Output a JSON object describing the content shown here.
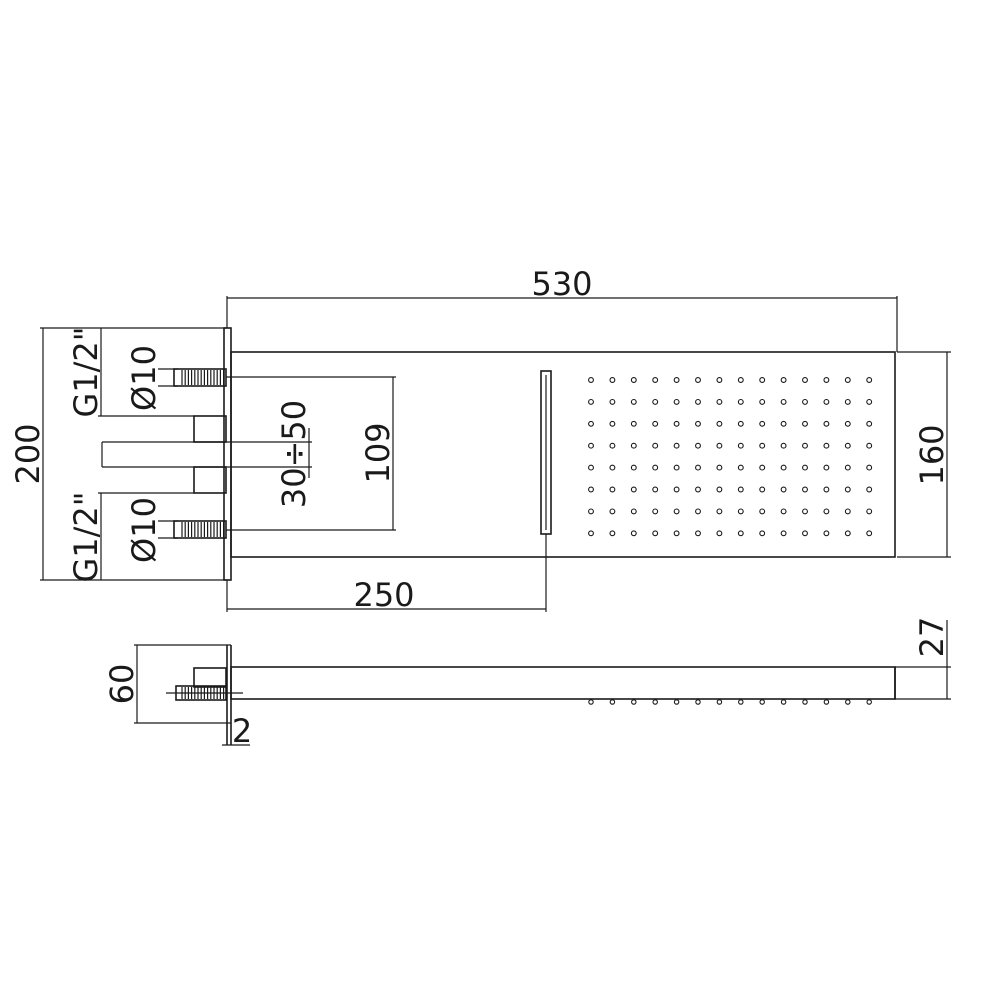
{
  "drawing": {
    "top_view": {
      "overall_width": "530",
      "plate_height": "160",
      "total_height": "200",
      "inlet_spacing": "109",
      "adjust_range": "30÷50",
      "waterfall_position": "250",
      "thread_top": "G1/2\"",
      "thread_bottom": "G1/2\"",
      "dia_top": "Ø10",
      "dia_bottom": "Ø10",
      "nozzle_rows": 8,
      "nozzle_cols": 14
    },
    "side_view": {
      "thickness": "27",
      "arm_depth": "60",
      "wall_gap": "2",
      "nozzle_count": 14
    }
  }
}
